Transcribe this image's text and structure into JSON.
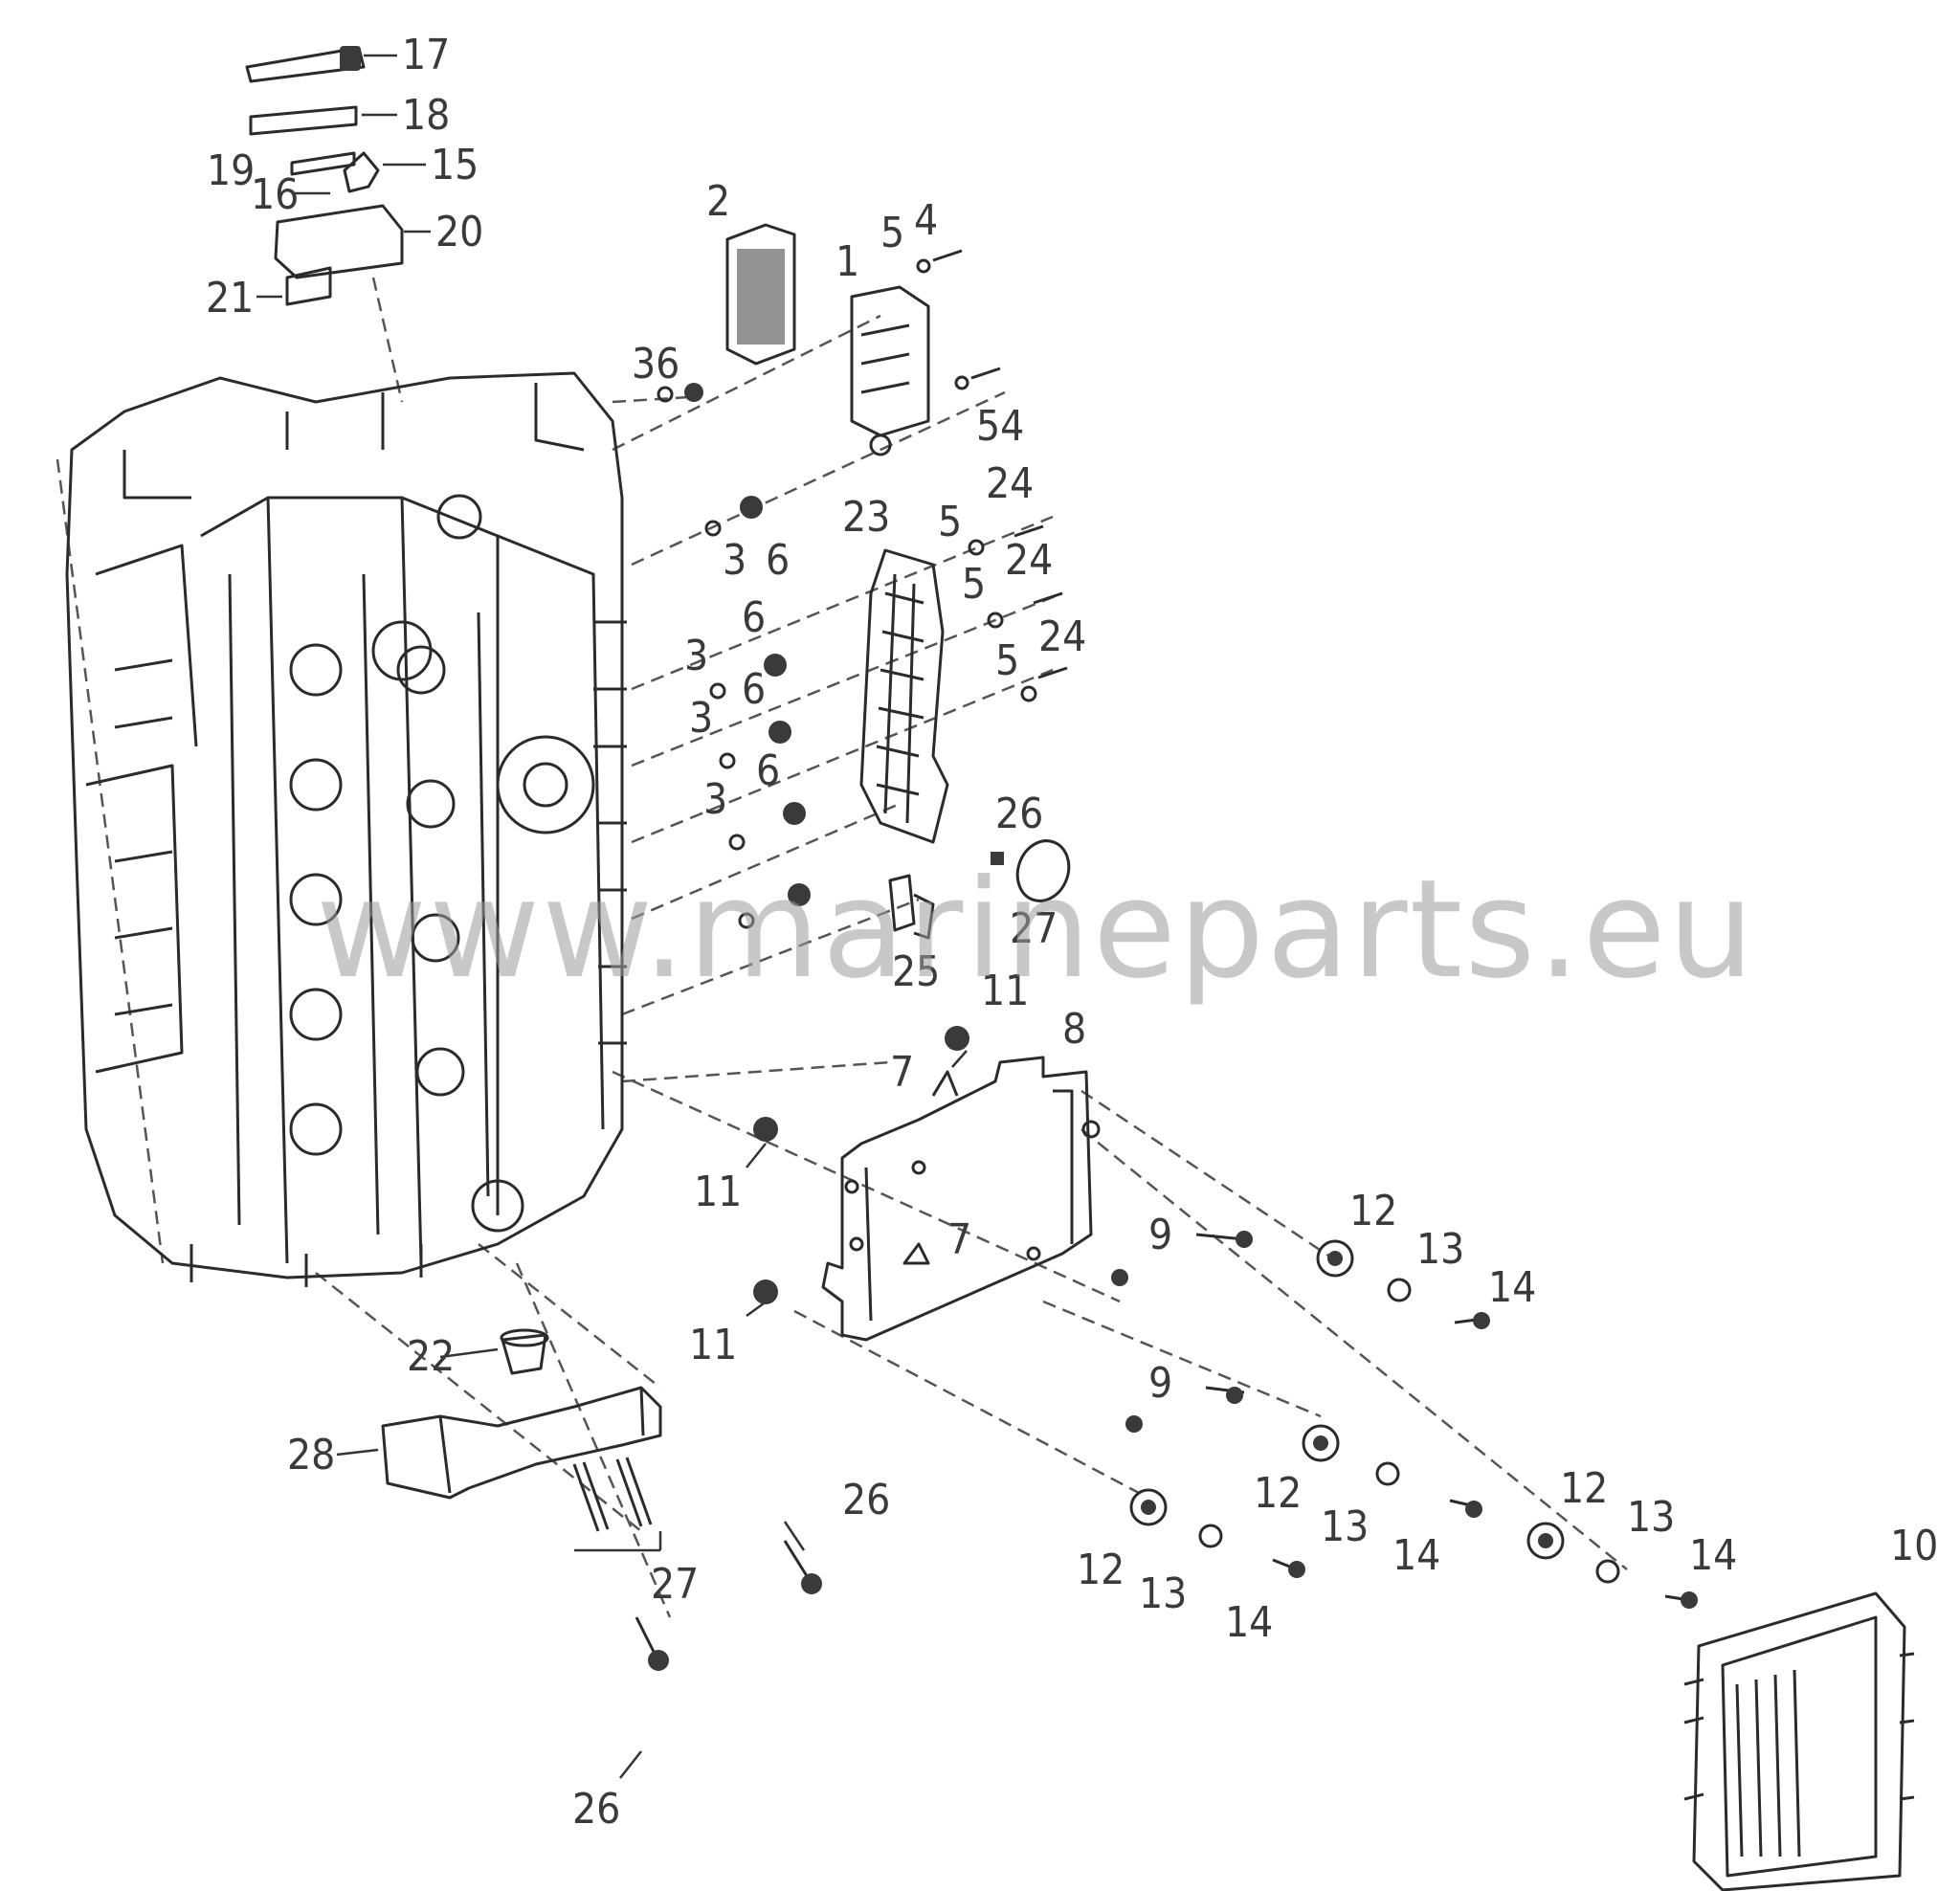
{
  "watermark": "www.marineparts.eu",
  "callouts": [
    {
      "id": "c17a",
      "text": "17"
    },
    {
      "id": "c18a",
      "text": "18"
    },
    {
      "id": "c19a",
      "text": "19"
    },
    {
      "id": "c15a",
      "text": "15"
    },
    {
      "id": "c16a",
      "text": "16"
    },
    {
      "id": "c20a",
      "text": "20"
    },
    {
      "id": "c21a",
      "text": "21"
    },
    {
      "id": "c2a",
      "text": "2"
    },
    {
      "id": "c5a",
      "text": "5"
    },
    {
      "id": "c4a",
      "text": "4"
    },
    {
      "id": "c1a",
      "text": "1"
    },
    {
      "id": "c36a",
      "text": "36"
    },
    {
      "id": "c54a",
      "text": "54"
    },
    {
      "id": "c24a",
      "text": "24"
    },
    {
      "id": "c23a",
      "text": "23"
    },
    {
      "id": "c5b",
      "text": "5"
    },
    {
      "id": "c24b",
      "text": "24"
    },
    {
      "id": "c3a",
      "text": "3"
    },
    {
      "id": "c6a",
      "text": "6"
    },
    {
      "id": "c5c",
      "text": "5"
    },
    {
      "id": "c6b",
      "text": "6"
    },
    {
      "id": "c5d",
      "text": "5"
    },
    {
      "id": "c24c",
      "text": "24"
    },
    {
      "id": "c3b",
      "text": "3"
    },
    {
      "id": "c6c",
      "text": "6"
    },
    {
      "id": "c3c",
      "text": "3"
    },
    {
      "id": "c6d",
      "text": "6"
    },
    {
      "id": "c3d",
      "text": "3"
    },
    {
      "id": "c26a",
      "text": "26"
    },
    {
      "id": "c27a",
      "text": "27"
    },
    {
      "id": "c25a",
      "text": "25"
    },
    {
      "id": "c11a",
      "text": "11"
    },
    {
      "id": "c8a",
      "text": "8"
    },
    {
      "id": "c7a",
      "text": "7"
    },
    {
      "id": "c11b",
      "text": "11"
    },
    {
      "id": "c7b",
      "text": "7"
    },
    {
      "id": "c9a",
      "text": "9"
    },
    {
      "id": "c12a",
      "text": "12"
    },
    {
      "id": "c13a",
      "text": "13"
    },
    {
      "id": "c14a",
      "text": "14"
    },
    {
      "id": "c11c",
      "text": "11"
    },
    {
      "id": "c22a",
      "text": "22"
    },
    {
      "id": "c9b",
      "text": "9"
    },
    {
      "id": "c28a",
      "text": "28"
    },
    {
      "id": "c26b",
      "text": "26"
    },
    {
      "id": "c12b",
      "text": "12"
    },
    {
      "id": "c13b",
      "text": "13"
    },
    {
      "id": "c14b",
      "text": "14"
    },
    {
      "id": "c12c",
      "text": "12"
    },
    {
      "id": "c13c",
      "text": "13"
    },
    {
      "id": "c14c",
      "text": "14"
    },
    {
      "id": "c10a",
      "text": "10"
    },
    {
      "id": "c27b",
      "text": "27"
    },
    {
      "id": "c12d",
      "text": "12"
    },
    {
      "id": "c13d",
      "text": "13"
    },
    {
      "id": "c14d",
      "text": "14"
    },
    {
      "id": "c26c",
      "text": "26"
    }
  ]
}
